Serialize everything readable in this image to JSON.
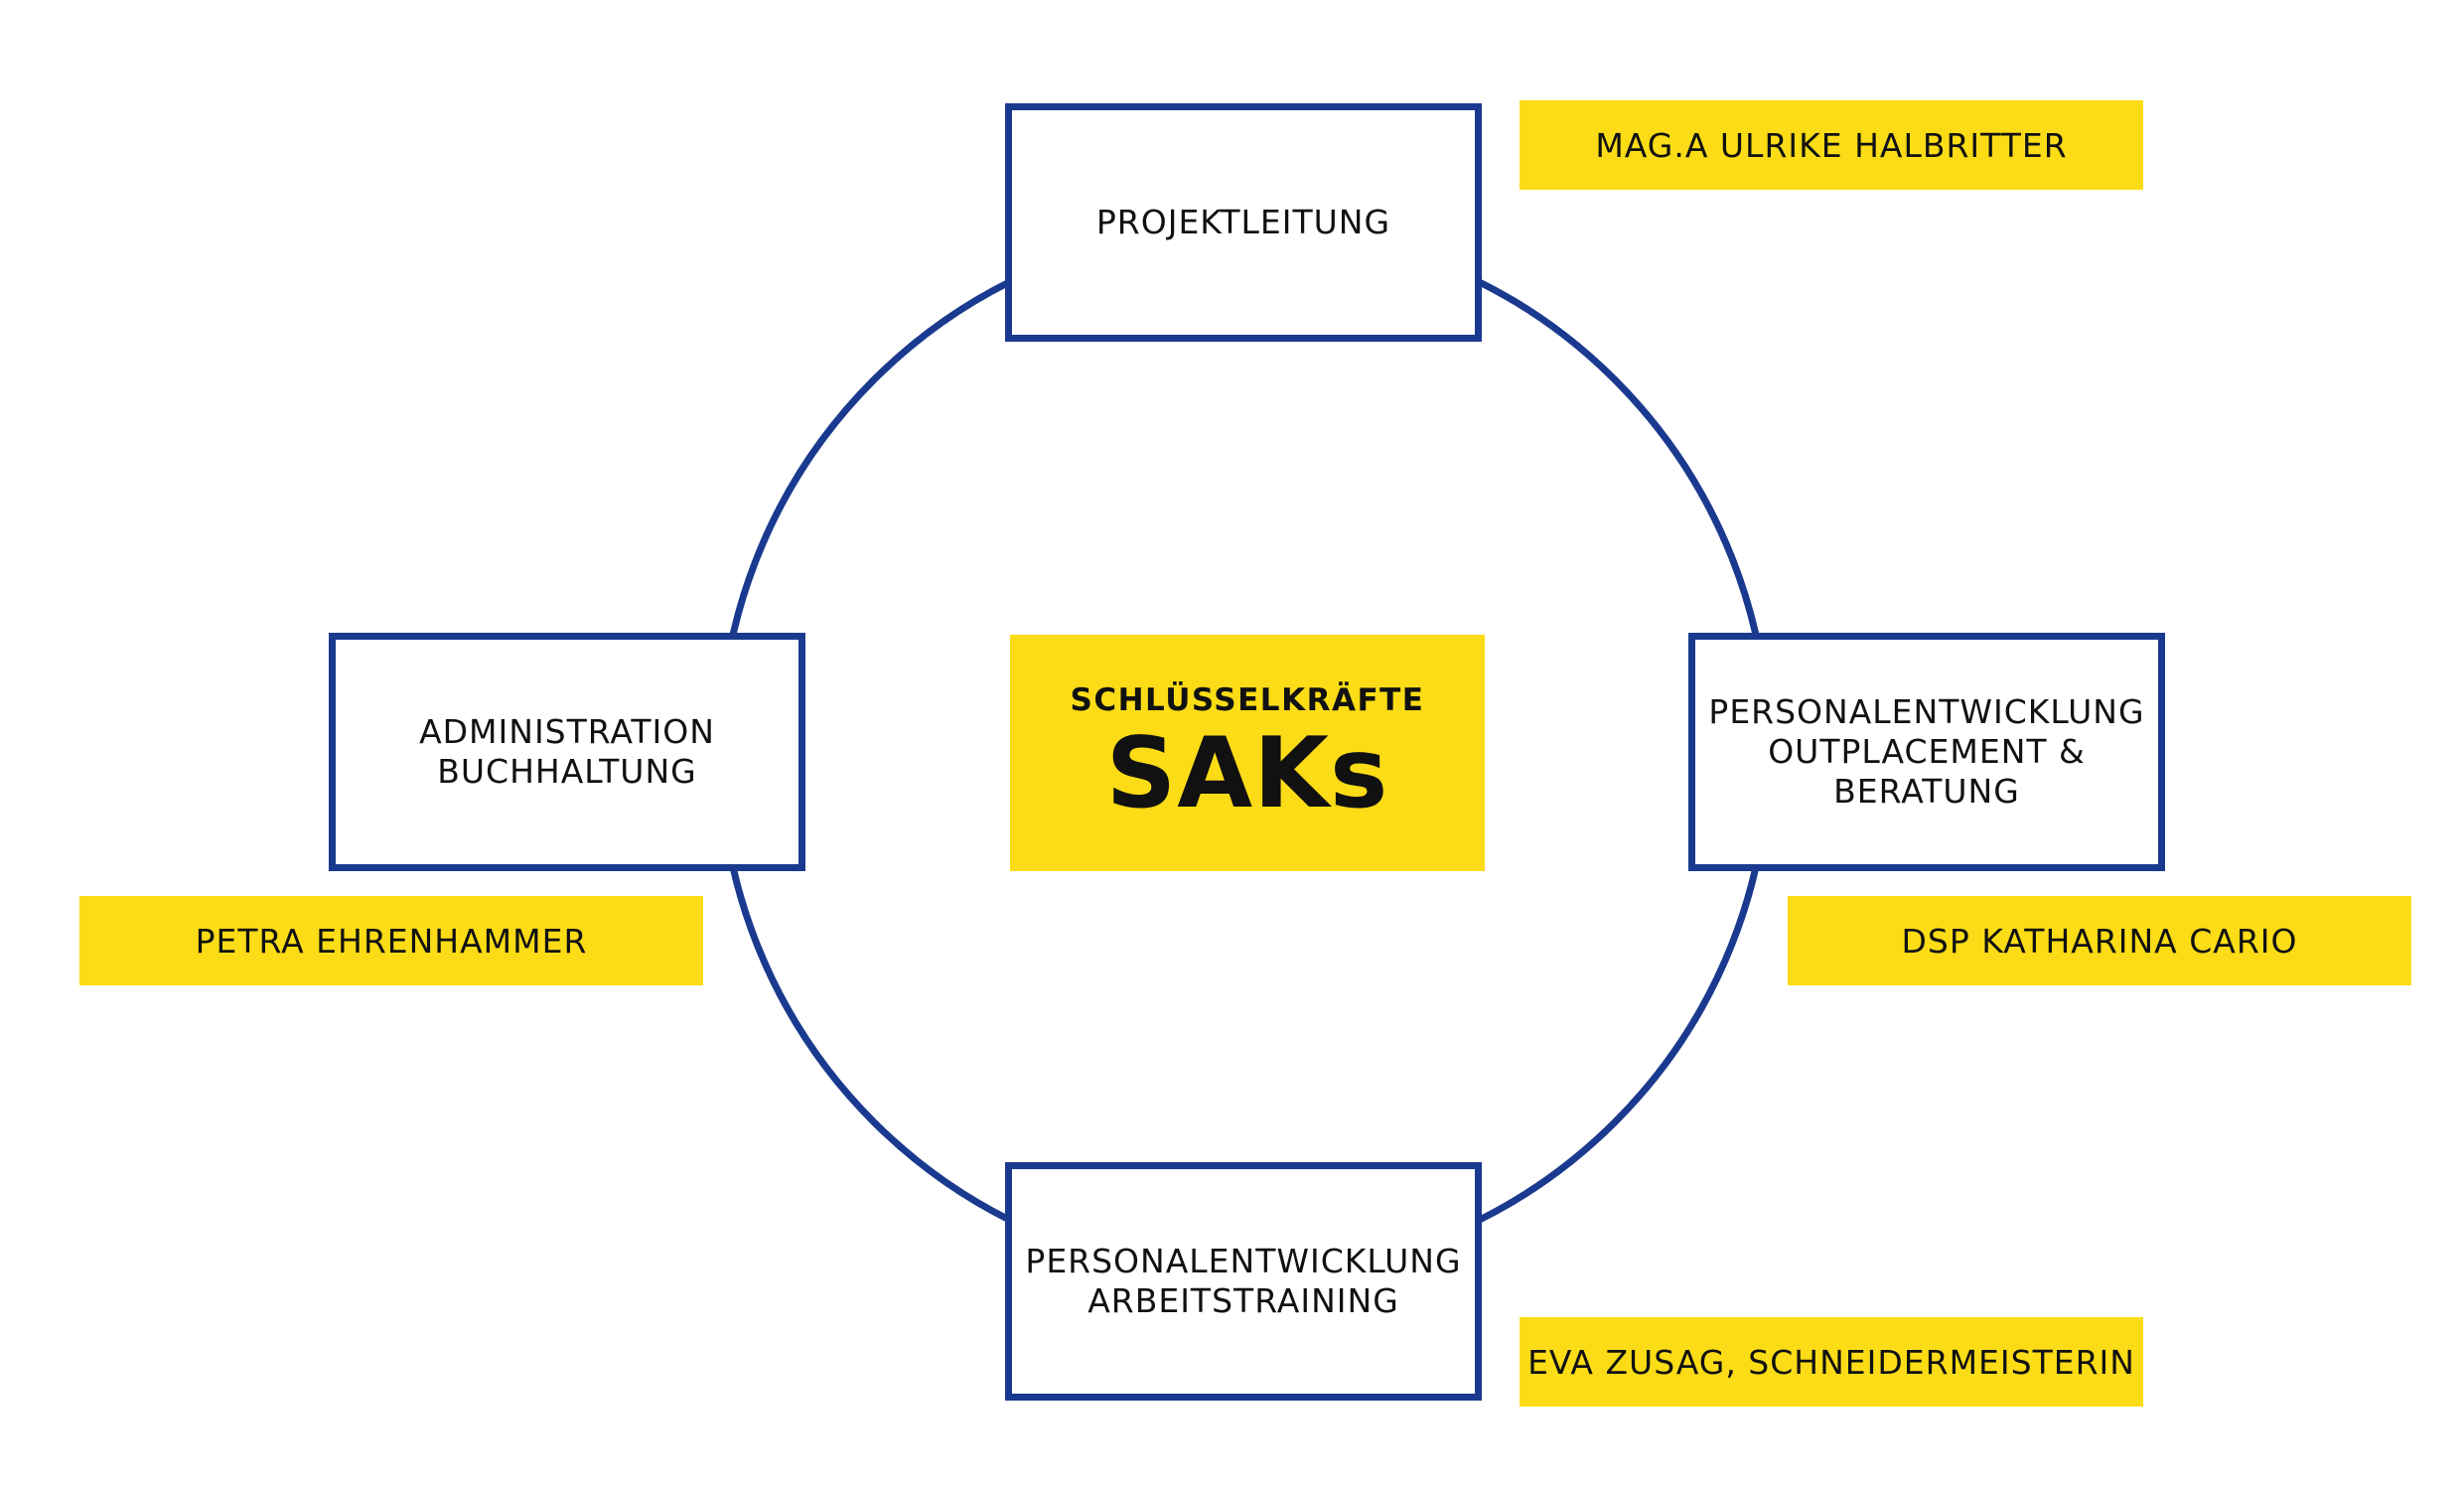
{
  "colors": {
    "ring": "#1a3a8f",
    "accent": "#fcdc16",
    "text": "#111111",
    "background": "#ffffff"
  },
  "center": {
    "subtitle": "SCHLÜSSELKRÄFTE",
    "title": "SAKs"
  },
  "roles": {
    "top": {
      "label": "PROJEKTLEITUNG",
      "person": "MAG.A ULRIKE HALBRITTER"
    },
    "left": {
      "label": "ADMINISTRATION\nBUCHHALTUNG",
      "person": "PETRA EHRENHAMMER"
    },
    "right": {
      "label": "PERSONALENTWICKLUNG\nOUTPLACEMENT &\nBERATUNG",
      "person": "DSP KATHARINA CARIO"
    },
    "bottom": {
      "label": "PERSONALENTWICKLUNG\nARBEITSTRAINING",
      "person": "EVA ZUSAG, SCHNEIDERMEISTERIN"
    }
  }
}
